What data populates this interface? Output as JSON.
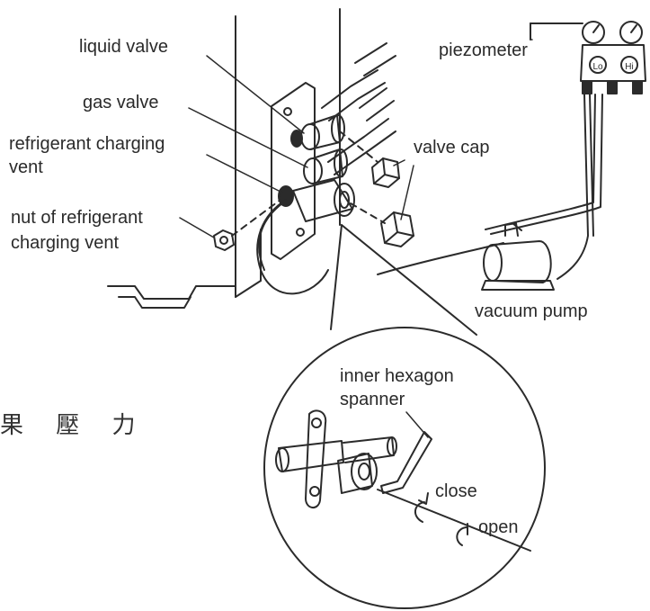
{
  "labels": {
    "liquid_valve": "liquid valve",
    "gas_valve": "gas valve",
    "refrigerant_vent_line1": "refrigerant charging",
    "refrigerant_vent_line2": "vent",
    "nut_line1": "nut of refrigerant",
    "nut_line2": "charging vent",
    "piezometer": "piezometer",
    "valve_cap": "valve cap",
    "vacuum_pump": "vacuum pump",
    "inner_hexagon_line1": "inner hexagon",
    "inner_hexagon_line2": "spanner",
    "close": "close",
    "open": "open",
    "gauge_lo": "Lo",
    "gauge_hi": "Hi",
    "side_text": "果 壓 力"
  },
  "colors": {
    "line": "#2b2b2b",
    "text": "#2a2a2a",
    "background": "#ffffff"
  }
}
